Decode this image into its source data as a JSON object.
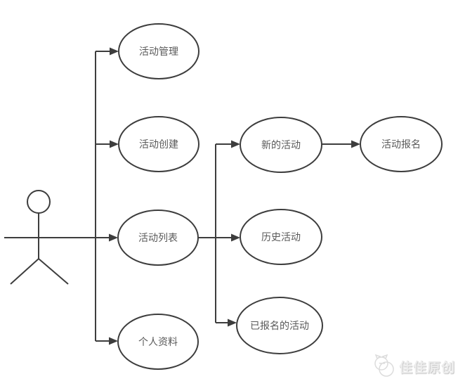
{
  "diagram": {
    "type": "use-case-diagram",
    "actor": {
      "name": "user-actor"
    },
    "use_cases": [
      {
        "id": "uc1",
        "label": "活动管理"
      },
      {
        "id": "uc2",
        "label": "活动创建"
      },
      {
        "id": "uc3",
        "label": "活动列表"
      },
      {
        "id": "uc4",
        "label": "个人资料"
      },
      {
        "id": "uc5",
        "label": "新的活动"
      },
      {
        "id": "uc6",
        "label": "活动报名"
      },
      {
        "id": "uc7",
        "label": "历史活动"
      },
      {
        "id": "uc8",
        "label": "已报名的活动"
      }
    ],
    "edges": [
      {
        "from": "actor",
        "to": "活动管理"
      },
      {
        "from": "actor",
        "to": "活动创建"
      },
      {
        "from": "actor",
        "to": "活动列表"
      },
      {
        "from": "actor",
        "to": "个人资料"
      },
      {
        "from": "活动列表",
        "to": "新的活动"
      },
      {
        "from": "活动列表",
        "to": "历史活动"
      },
      {
        "from": "活动列表",
        "to": "已报名的活动"
      },
      {
        "from": "新的活动",
        "to": "活动报名"
      }
    ]
  },
  "watermark": {
    "label": "佳佳原创",
    "icon": "cat-logo-icon"
  },
  "colors": {
    "line": "#3d3d3d",
    "node_fill": "#ffffff",
    "label_text": "#595959",
    "watermark_text": "#d9d9d9",
    "background": "#ffffff"
  }
}
